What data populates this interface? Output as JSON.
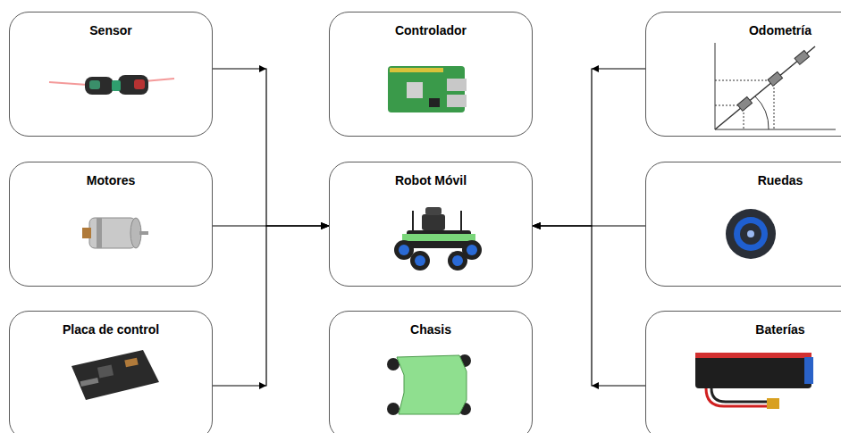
{
  "diagram": {
    "nodes": [
      {
        "text": [
          "Sensor"
        ]
      },
      {
        "text": [
          "Controlador"
        ]
      },
      {
        "text": [
          "Odometría"
        ]
      },
      {
        "text": [
          "Motores"
        ]
      },
      {
        "text": [
          "Robot Móvil"
        ]
      },
      {
        "text": [
          "Ruedas"
        ]
      },
      {
        "text": [
          "Placa de control"
        ]
      },
      {
        "text": [
          "Chasis"
        ]
      },
      {
        "text": [
          "Baterías"
        ]
      }
    ],
    "edges": [
      {
        "from": 0,
        "to": 4,
        "arrow": "to"
      },
      {
        "from": 3,
        "to": 4,
        "arrow": "to"
      },
      {
        "from": 6,
        "to": 4,
        "arrow": "to"
      },
      {
        "from": 2,
        "to": 4,
        "arrow": "to"
      },
      {
        "from": 5,
        "to": 4,
        "arrow": "to"
      },
      {
        "from": 8,
        "to": 4,
        "arrow": "to"
      }
    ]
  }
}
